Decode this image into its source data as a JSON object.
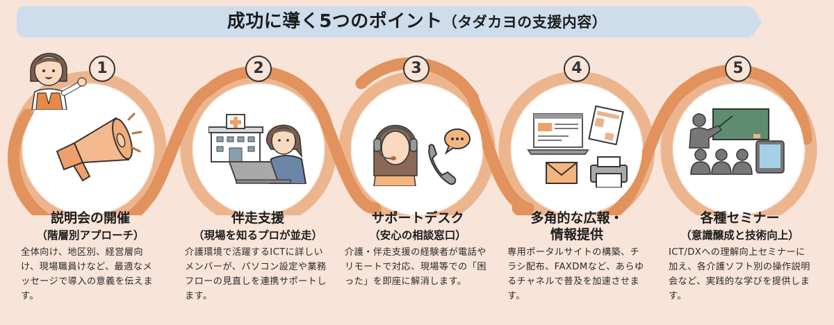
{
  "header": {
    "title": "成功に導く5つのポイント",
    "subtitle": "（タダカヨの支援内容）"
  },
  "colors": {
    "background": "#f8e4d8",
    "banner": "#cdddec",
    "ribbon_dark": "#e2925c",
    "ribbon_light": "#ecb58e",
    "circle_fill": "#ffffff",
    "text": "#1d1d1d"
  },
  "points": [
    {
      "number": "1",
      "icon": "megaphone-icon",
      "title": "説明会の開催",
      "subtitle": "（階層別アプローチ）",
      "body": "全体向け、地区別、経営層向け、現場職員けなど、最適なメッセージで導入の意義を伝えます。"
    },
    {
      "number": "2",
      "icon": "hospital-laptop-icon",
      "title": "伴走支援",
      "subtitle": "（現場を知るプロが並走）",
      "body": "介護環境で活躍するICTに詳しいメンバーが、パソコン設定や業務フローの見直しを連携サポートします。"
    },
    {
      "number": "3",
      "icon": "headset-phone-icon",
      "title": "サポートデスク",
      "subtitle": "（安心の相談窓口）",
      "body": "介護・伴走支援の経験者が電話やリモートで対応、現場等での「困った」を即座に解消します。"
    },
    {
      "number": "4",
      "icon": "web-print-mail-icon",
      "title": "多角的な広報・",
      "subtitle": "情報提供",
      "body": "専用ポータルサイトの構築、チラシ配布、FAXDMなど、あらゆるチャネルで普及を加速させます。"
    },
    {
      "number": "5",
      "icon": "seminar-icon",
      "title": "各種セミナー",
      "subtitle": "（意識醸成と技術向上）",
      "body": "ICT/DXへの理解向上セミナーに加え、各介護ソフト別の操作説明会など、実践的な学びを提供します。"
    }
  ]
}
